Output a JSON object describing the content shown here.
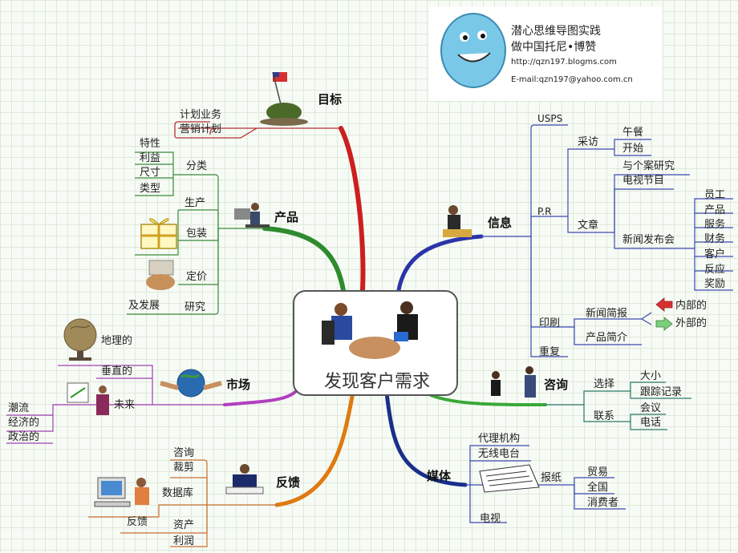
{
  "center": {
    "title": "发现客户需求"
  },
  "logo": {
    "line1": "潜心思维导图实践",
    "line2": "做中国托尼•博赞",
    "url": "http://qzn197.blogms.com",
    "email": "E-mail:qzn197@yahoo.com.cn"
  },
  "goal": {
    "label": "目标",
    "items": [
      "计划业务",
      "营销计划"
    ]
  },
  "product": {
    "label": "产品",
    "classify": "分类",
    "classify_items": [
      "特性",
      "利益",
      "尺寸",
      "类型"
    ],
    "production": "生产",
    "packaging": "包装",
    "pricing": "定价",
    "research": "研究",
    "research_sub": "及发展"
  },
  "market": {
    "label": "市场",
    "geo": "地理的",
    "vertical": "垂直的",
    "future": "未来",
    "future_items": [
      "潮流",
      "经济的",
      "政治的"
    ]
  },
  "feedback": {
    "label": "反馈",
    "items": [
      "咨询",
      "裁剪",
      "数据库",
      "资产",
      "利润"
    ],
    "sub": "反馈"
  },
  "info": {
    "label": "信息",
    "usps": "USPS",
    "pr": "P.R",
    "interview": "采访",
    "interview_items": [
      "午餐",
      "开始"
    ],
    "article": "文章",
    "article_items": [
      "与个案研究",
      "电视节目",
      "新闻发布会"
    ],
    "press_items": [
      "员工",
      "产品",
      "服务",
      "财务",
      "客户",
      "反应",
      "奖励"
    ],
    "print": "印刷",
    "news_brief": "新闻简报",
    "internal": "内部的",
    "external": "外部的",
    "product_brief": "产品简介",
    "repeat": "重复"
  },
  "consult": {
    "label": "咨询",
    "choose": "选择",
    "choose_items": [
      "大小",
      "跟踪记录"
    ],
    "contact": "联系",
    "contact_items": [
      "会议",
      "电话"
    ]
  },
  "media": {
    "label": "媒体",
    "items": [
      "代理机构",
      "无线电台",
      "报纸",
      "电视"
    ],
    "paper_items": [
      "贸易",
      "全国",
      "消费者"
    ]
  },
  "colors": {
    "goal": "#cc1f1f",
    "product": "#2e8b2e",
    "market": "#b040c0",
    "feedback": "#e07a10",
    "info": "#2a35a8",
    "consult": "#3aa83a",
    "media": "#1a2f8a",
    "sub_red": "#b33030",
    "sub_green": "#3a8a3a",
    "sub_purple": "#a040b0",
    "sub_orange": "#c87030",
    "sub_blue": "#3a4ab0",
    "sub_teal": "#2a7a6a"
  }
}
